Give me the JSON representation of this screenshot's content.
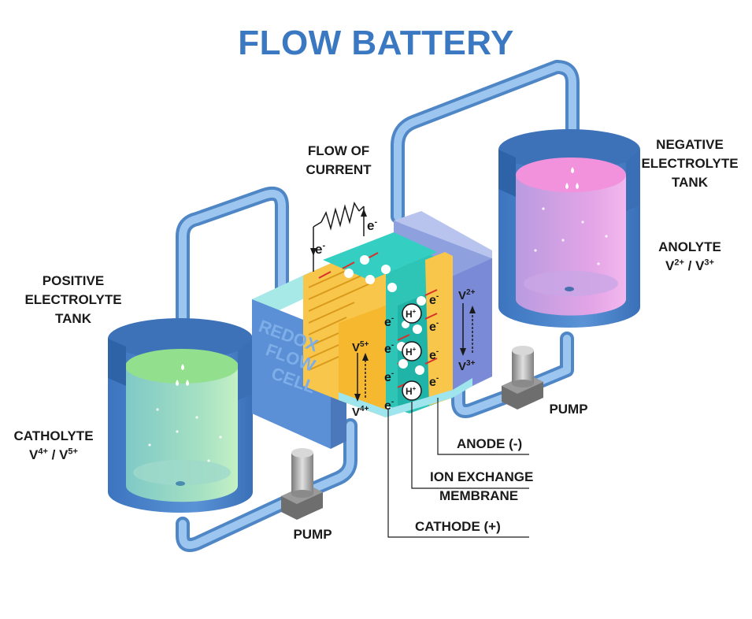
{
  "title": "FLOW BATTERY",
  "cell_text": [
    "REDOX",
    "FLOW",
    "CELL"
  ],
  "labels": {
    "flow_of_current": [
      "FLOW OF",
      "CURRENT"
    ],
    "negative_tank": [
      "NEGATIVE",
      "ELECTROLYTE",
      "TANK"
    ],
    "positive_tank": [
      "POSITIVE",
      "ELECTROLYTE",
      "TANK"
    ],
    "anolyte": "ANOLYTE",
    "catholyte": "CATHOLYTE",
    "pump_right": "PUMP",
    "pump_left": "PUMP",
    "anode": "ANODE (-)",
    "ion_exchange": [
      "ION EXCHANGE",
      "MEMBRANE"
    ],
    "cathode": "CATHODE (+)"
  },
  "species": {
    "anolyte_ions": [
      "V",
      "2+",
      "V",
      "3+"
    ],
    "catholyte_ions": [
      "V",
      "4+",
      "V",
      "5+"
    ],
    "v5": [
      "V",
      "5+"
    ],
    "v4": [
      "V",
      "4+"
    ],
    "v2": [
      "V",
      "2+"
    ],
    "v3": [
      "V",
      "3+"
    ],
    "electron": [
      "e",
      "-"
    ],
    "proton": [
      "H",
      "+"
    ]
  },
  "colors": {
    "title": "#3b78c2",
    "pipe": "#7aaee0",
    "tank": "#4d88cf",
    "anolyte": "#f08ad8",
    "catholyte": "#8fdc9a",
    "membrane": "#2ec4b6",
    "electrode": "#f5c343",
    "cell": "#5b8fd6"
  }
}
